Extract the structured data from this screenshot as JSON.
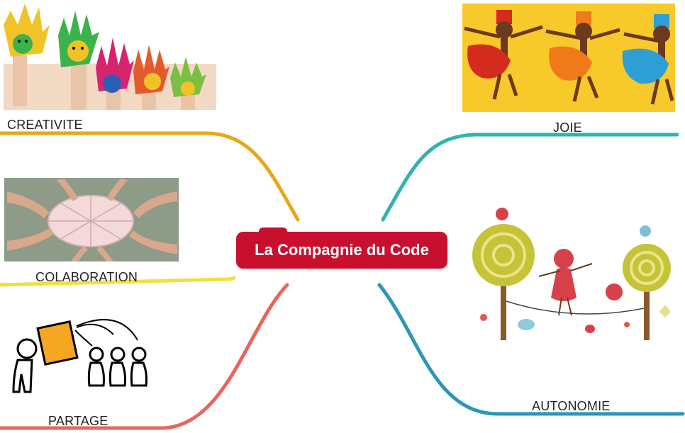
{
  "central_topic": {
    "label": "La Compagnie du Code",
    "color": "#c8102e"
  },
  "branches": [
    {
      "id": "creativite",
      "label": "CREATIVITE",
      "color": "#e6a817",
      "image": "painted-hands-image"
    },
    {
      "id": "colaboration",
      "label": "COLABORATION",
      "color": "#f2e03a",
      "image": "hands-sharing-cake-image"
    },
    {
      "id": "partage",
      "label": "PARTAGE",
      "color": "#e8655e",
      "image": "sharing-sketch-image"
    },
    {
      "id": "joie",
      "label": "JOIE",
      "color": "#2fb3b0",
      "image": "dancing-figures-image"
    },
    {
      "id": "autonomie",
      "label": "AUTONOMIE",
      "color": "#2b97b3",
      "image": "tightrope-illustration-image"
    }
  ]
}
